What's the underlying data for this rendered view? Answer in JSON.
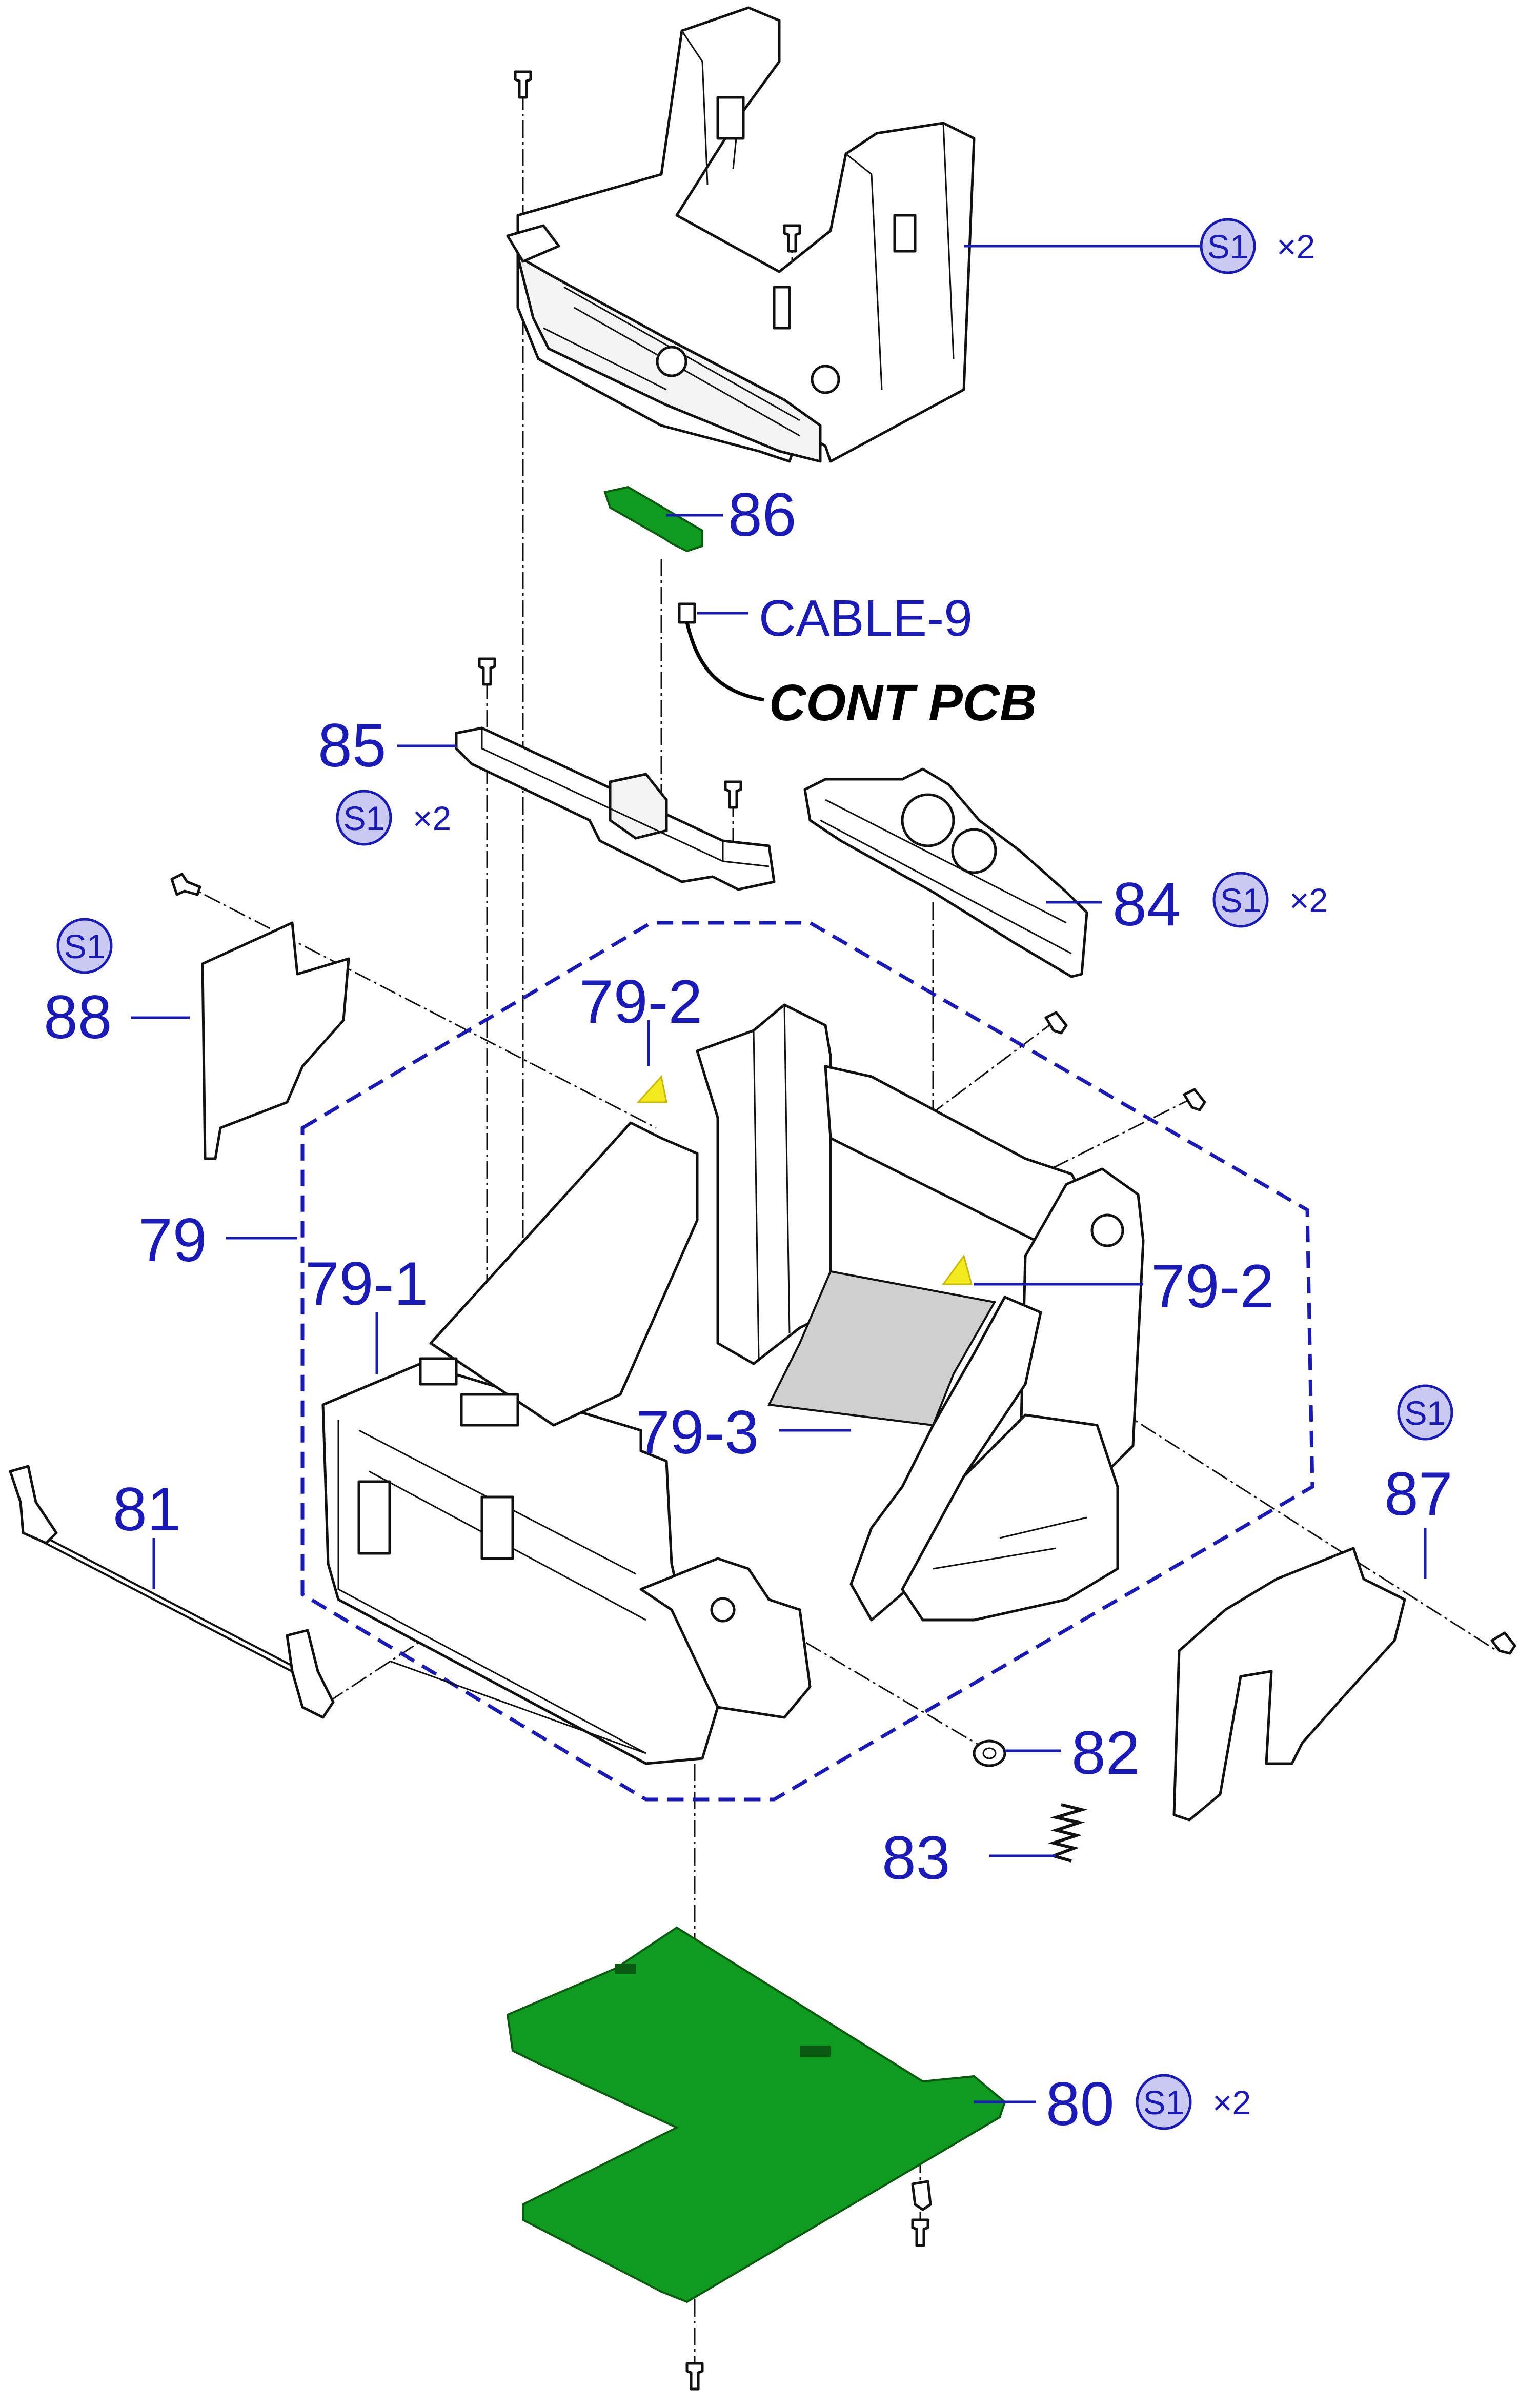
{
  "diagram": {
    "callouts": {
      "p86": "86",
      "cable9": "CABLE-9",
      "contpcb": "CONT PCB",
      "p85": "85",
      "p84": "84",
      "p88": "88",
      "p79_2_top": "79-2",
      "p79": "79",
      "p79_1": "79-1",
      "p79_2_right": "79-2",
      "p79_3": "79-3",
      "p87": "87",
      "p81": "81",
      "p82": "82",
      "p83": "83",
      "p80": "80"
    },
    "screw_mark": "S1",
    "multipliers": {
      "top": "×2",
      "p85": "×2",
      "p84": "×2",
      "p80": "×2"
    },
    "colors": {
      "label_blue": "#1a1ab8",
      "pcb_green": "#0f9a20",
      "screw_badge": "#c9c9f2",
      "caution_yellow": "#f3ea1e"
    }
  }
}
